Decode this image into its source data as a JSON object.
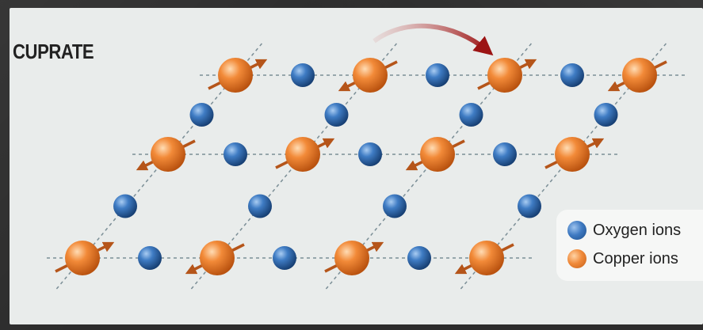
{
  "title": "CUPRATE",
  "legend": {
    "oxygen_label": "Oxygen ions",
    "copper_label": "Copper ions"
  },
  "colors": {
    "oxygen": "#2f6cb8",
    "copper": "#ee8434",
    "spin_arrow": "#b5551a",
    "hop_arrow": "#9c1414",
    "lattice_line": "#7b8e96"
  }
}
